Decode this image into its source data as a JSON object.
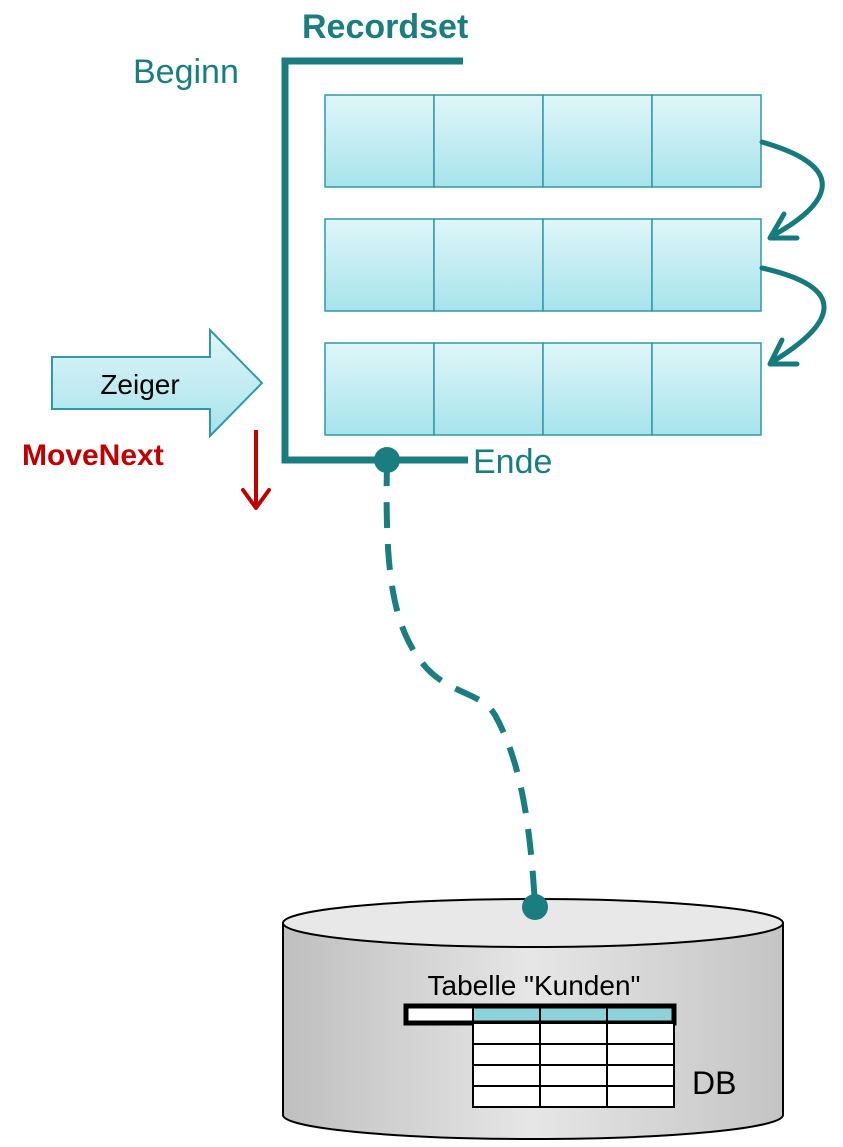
{
  "labels": {
    "recordset": "Recordset",
    "beginn": "Beginn",
    "ende": "Ende",
    "zeiger": "Zeiger",
    "movenext": "MoveNext",
    "table_caption": "Tabelle \"Kunden\"",
    "db": "DB"
  },
  "recordset": {
    "rows": 3,
    "fields_per_row": 4
  },
  "db_table": {
    "columns": 4,
    "header_highlighted_columns": 3,
    "body_rows": 4
  },
  "colors": {
    "teal": "#1a7d7f",
    "teal_dark": "#157a7c",
    "cell_fill_top": "#dff6f8",
    "cell_fill_bottom": "#a7e3ec",
    "cell_border": "#2f9aa6",
    "red": "#c00000",
    "header_cell": "#8dd2d8",
    "db_fill": "#d9d9d9",
    "black": "#000000"
  },
  "icons": {
    "pointer": "right-arrow-icon",
    "move_next": "down-arrow-icon",
    "row_link": "curved-arrow-icon",
    "database": "cylinder-icon"
  }
}
